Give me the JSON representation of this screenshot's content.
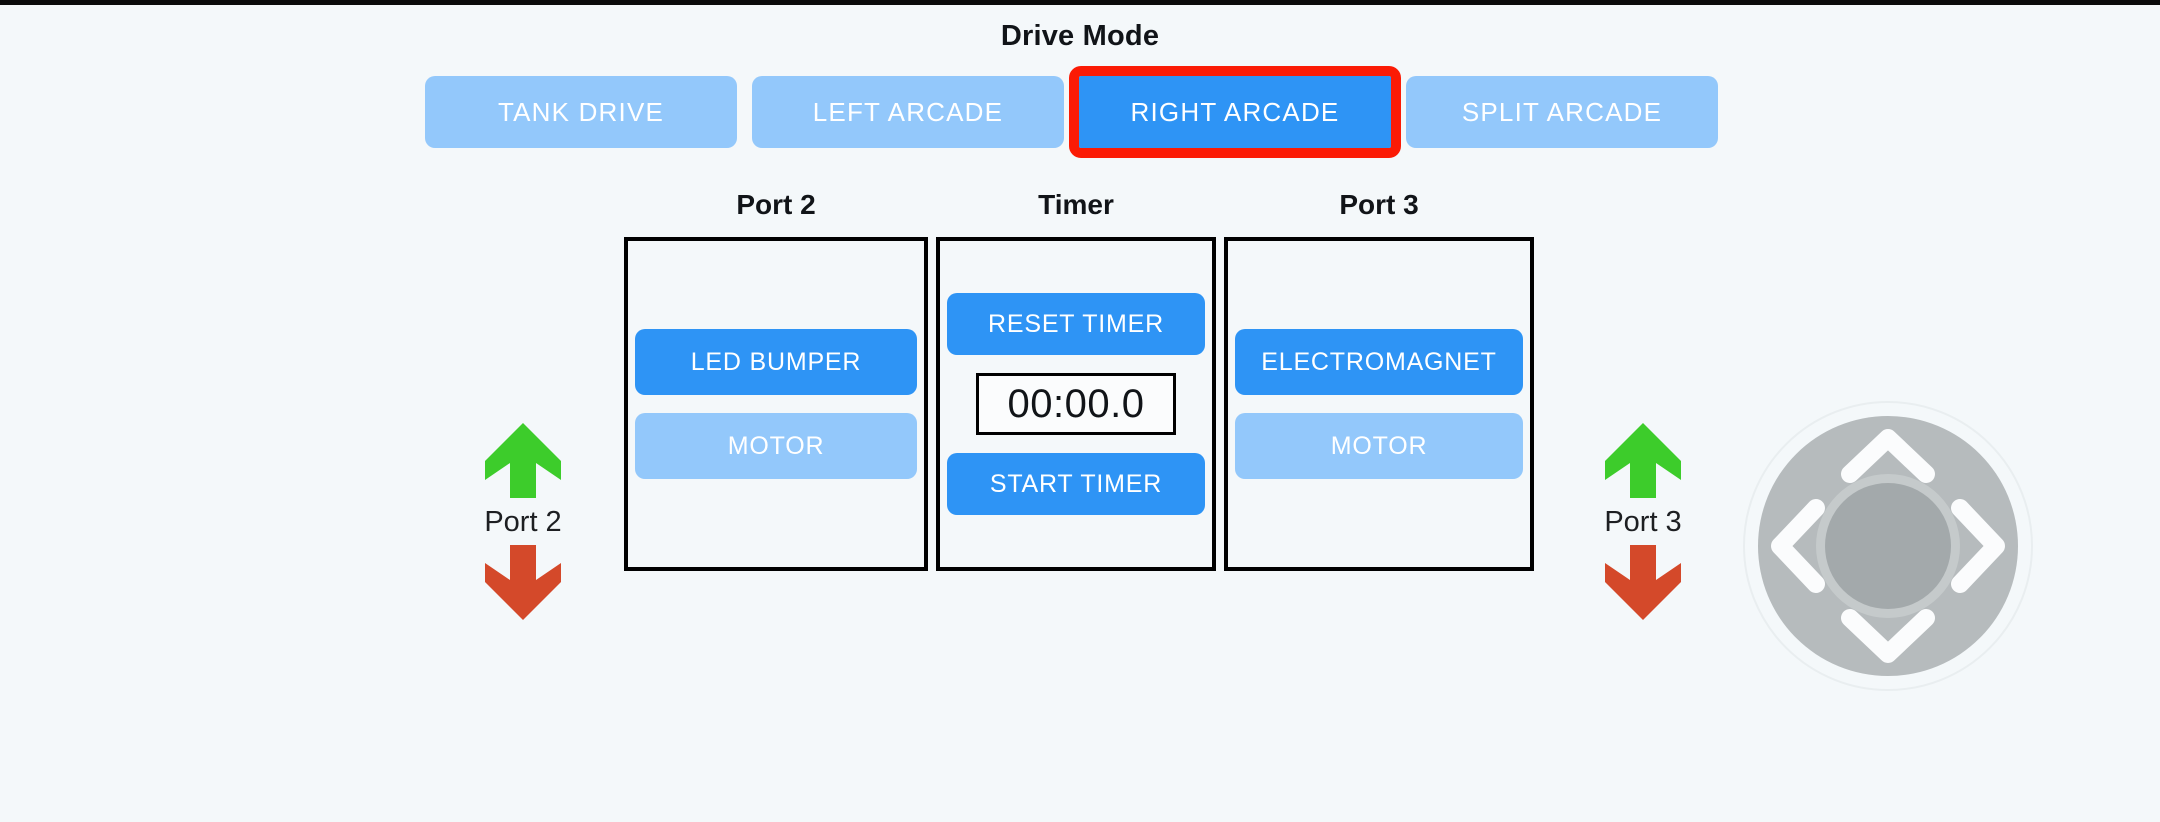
{
  "app": {
    "background_color": "#f4f8fa",
    "accent_active": "#2e94f5",
    "accent_inactive": "#93c8fb",
    "highlight_color": "#fb1b05",
    "arrow_up_color": "#3dcc2b",
    "arrow_down_color": "#d4492a",
    "dpad_color": "#b6bbbd"
  },
  "drive_mode": {
    "title": "Drive Mode",
    "selected": "RIGHT ARCADE",
    "options": [
      {
        "label": "TANK DRIVE",
        "active": false
      },
      {
        "label": "LEFT ARCADE",
        "active": false
      },
      {
        "label": "RIGHT ARCADE",
        "active": true
      },
      {
        "label": "SPLIT ARCADE",
        "active": false
      }
    ]
  },
  "panels": {
    "port2": {
      "heading": "Port 2",
      "buttons": [
        {
          "label": "LED BUMPER",
          "state": "on"
        },
        {
          "label": "MOTOR",
          "state": "off"
        }
      ]
    },
    "timer": {
      "heading": "Timer",
      "reset_label": "RESET TIMER",
      "display": "00:00.0",
      "start_label": "START TIMER"
    },
    "port3": {
      "heading": "Port 3",
      "buttons": [
        {
          "label": "ELECTROMAGNET",
          "state": "on"
        },
        {
          "label": "MOTOR",
          "state": "off"
        }
      ]
    }
  },
  "port_controls": [
    {
      "label": "Port 2",
      "up_icon": "green-up-arrow-icon",
      "down_icon": "red-down-arrow-icon"
    },
    {
      "label": "Port 3",
      "up_icon": "green-up-arrow-icon",
      "down_icon": "red-down-arrow-icon"
    }
  ],
  "dpad": {
    "name": "directional-pad",
    "directions": [
      "up",
      "left",
      "right",
      "down"
    ]
  }
}
